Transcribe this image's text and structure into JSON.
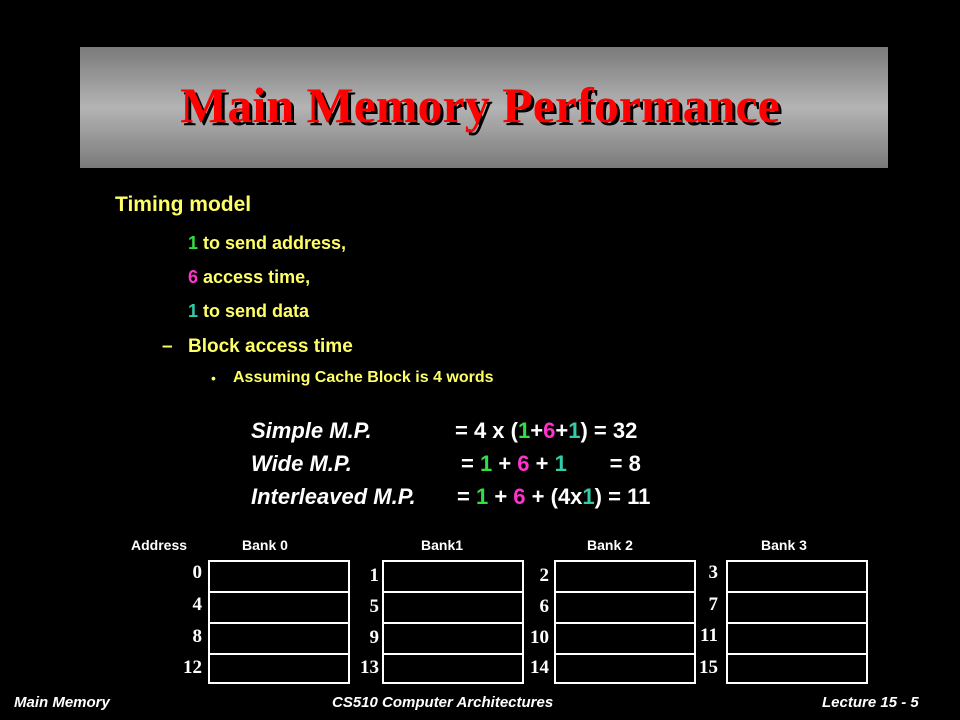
{
  "title": "Main Memory Performance",
  "heading": "Timing model",
  "timing": [
    {
      "num": "1",
      "color": "#33dd44",
      "text": " to send address,"
    },
    {
      "num": "6",
      "color": "#ff33cc",
      "text": " access time,"
    },
    {
      "num": "1",
      "color": "#33ccaa",
      "text": " to send data"
    }
  ],
  "dash": "–",
  "block_access": "Block access time",
  "bullet": "•",
  "assumption": "Assuming Cache Block is 4 words",
  "simple": {
    "name": "Simple M.P.",
    "eq_a": "= 4 x (",
    "n1": "1",
    "p1": "+",
    "n2": "6",
    "p2": "+",
    "n3": "1",
    "eq_b": ") = 32"
  },
  "wide": {
    "name": "Wide M.P.",
    "eq_a": "= ",
    "n1": "1",
    "p1": " + ",
    "n2": "6",
    "p2": " + ",
    "n3": "1",
    "eq_b": "       = 8"
  },
  "interleaved": {
    "name": "Interleaved M.P.",
    "eq_a": "= ",
    "n1": "1",
    "p1": " + ",
    "n2": "6",
    "p2": " + (4x",
    "n3": "1",
    "eq_b": ") = 11"
  },
  "banks": {
    "address_label": "Address",
    "list": [
      {
        "label": "Bank 0",
        "addrs": [
          "0",
          "4",
          "8",
          "12"
        ]
      },
      {
        "label": "Bank1",
        "addrs": [
          "1",
          "5",
          "9",
          "13"
        ]
      },
      {
        "label": "Bank 2",
        "addrs": [
          "2",
          "6",
          "10",
          "14"
        ]
      },
      {
        "label": "Bank 3",
        "addrs": [
          "3",
          "7",
          "11",
          "15"
        ]
      }
    ]
  },
  "footer": {
    "left": "Main Memory",
    "center": "CS510 Computer Architectures",
    "right": "Lecture 15 - 5"
  },
  "colors": {
    "title": "#ff0000",
    "text": "#ffff66",
    "one_a": "#33dd44",
    "six": "#ff33cc",
    "one_b": "#33ccaa"
  }
}
